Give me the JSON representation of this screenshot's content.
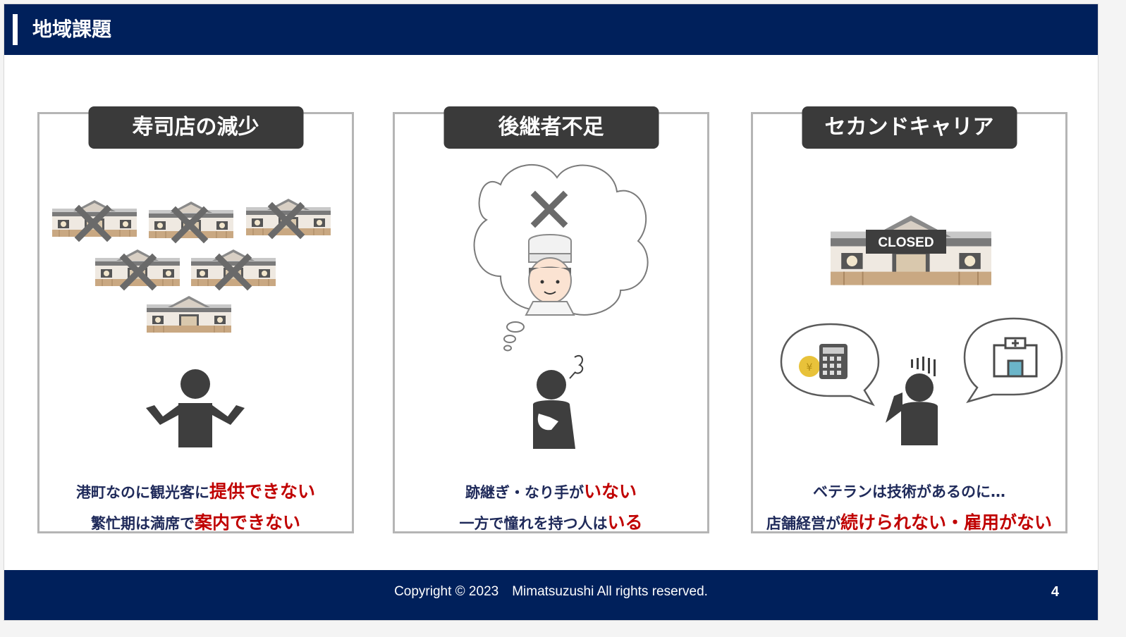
{
  "header": {
    "title": "地域課題"
  },
  "panels": [
    {
      "title": "寿司店の減少",
      "line1_pre": "港町なのに観光客に",
      "line1_hl": "提供できない",
      "line2_pre": "繁忙期は満席で",
      "line2_hl": "案内できない"
    },
    {
      "title": "後継者不足",
      "line1_pre": "跡継ぎ・なり手が",
      "line1_hl": "いない",
      "line2_pre": "一方で憧れを持つ人は",
      "line2_hl": "いる"
    },
    {
      "title": "セカンドキャリア",
      "line1_pre": "ベテランは技術があるのに…",
      "line1_hl": "",
      "line2_pre": "店舗経営が",
      "line2_hl": "続けられない・雇用がない",
      "closed_sign": "CLOSED"
    }
  ],
  "footer": {
    "copyright": "Copyright © 2023　Mimatsuzushi All rights reserved.",
    "page": "4"
  },
  "colors": {
    "navy": "#00205b",
    "badge": "#3a3a3a",
    "highlight": "#c00000",
    "text": "#1f2a5a"
  },
  "icons": [
    "shop-icon",
    "cross-icon",
    "shrug-person-icon",
    "thought-bubble-icon",
    "chef-icon",
    "thinking-person-icon",
    "calculator-icon",
    "coin-icon",
    "hospital-icon",
    "worried-person-icon"
  ]
}
